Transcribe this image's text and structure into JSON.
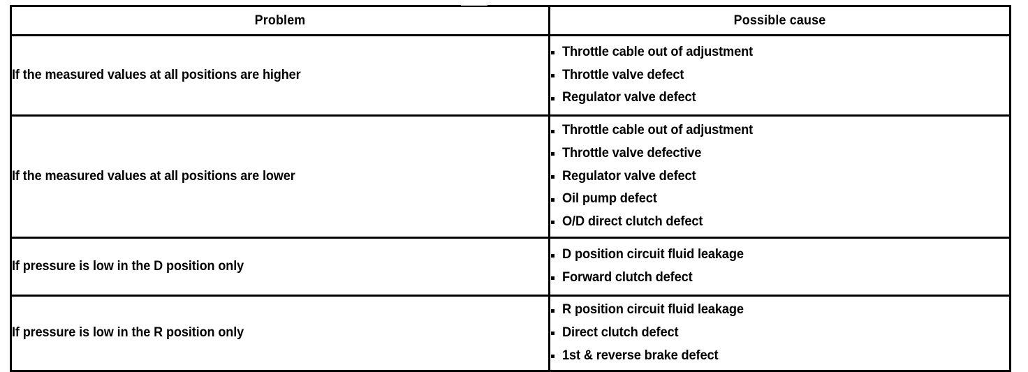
{
  "document": {
    "kind": "troubleshooting-table",
    "ink_color": "#000000",
    "page_color": "#ffffff"
  },
  "table": {
    "headers": [
      {
        "label": "Problem"
      },
      {
        "label": "Possible cause"
      }
    ],
    "rows": [
      {
        "problem": "If the measured values at all positions are higher",
        "causes": [
          "Throttle cable out of adjustment",
          "Throttle valve defect",
          "Regulator valve defect"
        ]
      },
      {
        "problem": "If the measured values at all positions are lower",
        "causes": [
          "Throttle cable out of adjustment",
          "Throttle valve defective",
          "Regulator valve defect",
          "Oil pump defect",
          "O/D direct clutch defect"
        ]
      },
      {
        "problem": "If pressure is low in the D position only",
        "causes": [
          "D position circuit fluid leakage",
          "Forward clutch defect"
        ]
      },
      {
        "problem": "If pressure is low in the R position only",
        "causes": [
          "R position circuit fluid leakage",
          "Direct clutch defect",
          "1st & reverse brake defect"
        ]
      }
    ]
  }
}
